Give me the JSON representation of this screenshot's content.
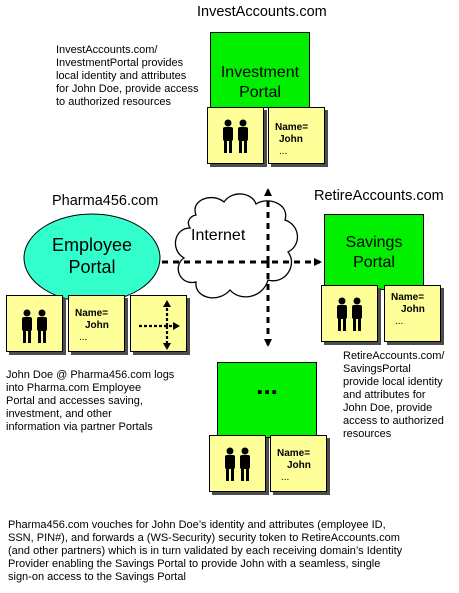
{
  "sites": {
    "invest": "InvestAccounts.com",
    "pharma": "Pharma456.com",
    "retire": "RetireAccounts.com"
  },
  "portals": {
    "investment_line1": "Investment",
    "investment_line2": "Portal",
    "employee_line1": "Employee",
    "employee_line2": "Portal",
    "savings_line1": "Savings",
    "savings_line2": "Portal",
    "other": "..."
  },
  "cloud_label": "Internet",
  "attributes": {
    "name_label": "Name=",
    "name_value": "John",
    "more": "..."
  },
  "notes": {
    "invest": [
      "InvestAccounts.com/",
      "InvestmentPortal provides",
      "local identity and attributes",
      "for John Doe, provide access",
      "to authorized resources"
    ],
    "retire": [
      "RetireAccounts.com/",
      "SavingsPortal",
      "provide local identity",
      "and attributes for",
      "John Doe, provide",
      "access to authorized",
      "resources"
    ],
    "pharma": [
      "John Doe @ Pharma456.com logs",
      "into Pharma.com Employee",
      "Portal and accesses saving,",
      "investment, and other",
      "information via partner Portals"
    ],
    "footer": [
      "Pharma456.com vouches for John Doe’s identity and attributes (employee ID,",
      "SSN, PIN#), and forwards a (WS-Security) security token to RetireAccounts.com",
      "(and other partners) which is in turn validated by each receiving domain’s Identity",
      "Provider enabling the Savings Portal to provide John with a seamless, single",
      "sign-on access to the Savings Portal"
    ]
  },
  "icons": {
    "people": "people-icon",
    "cross_arrows": "cross-arrows-icon",
    "cloud": "cloud-icon"
  },
  "colors": {
    "portal_green": "#00f000",
    "employee_ellipse": "#33ffcc",
    "card_yellow": "#ffff99"
  }
}
